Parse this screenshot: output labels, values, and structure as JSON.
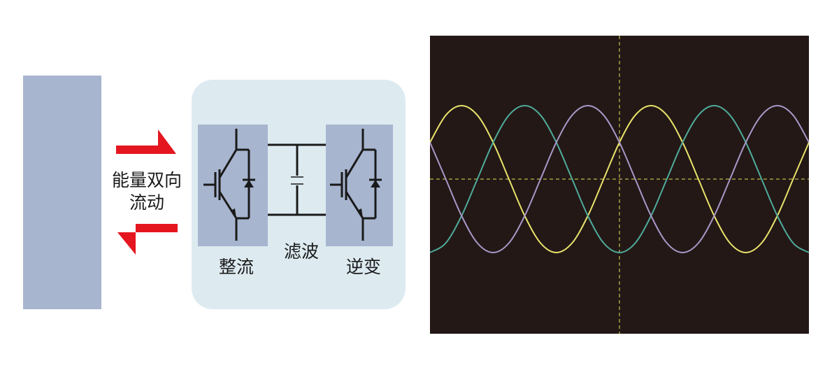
{
  "labels": {
    "energy_flow": "能量双向\n流动",
    "rectifier": "整流",
    "filter": "滤波",
    "inverter": "逆变"
  },
  "colors": {
    "grid_block": "#a7b5cf",
    "arrow": "#e4161f",
    "converter_panel": "#ddebf1",
    "scope_background": "#231816",
    "crosshair": "#e8e05a",
    "phase_a": "#e9e36b",
    "phase_b": "#4fab9a",
    "phase_c": "#a898c8"
  },
  "chart_data": {
    "type": "line",
    "title": "",
    "xlabel": "",
    "ylabel": "",
    "x": [
      0,
      30,
      60,
      90,
      120,
      150,
      180,
      210,
      240,
      270,
      300,
      330,
      360,
      390,
      420,
      450,
      480,
      510,
      540,
      570,
      600,
      630,
      660,
      690,
      720
    ],
    "ylim": [
      -1.1,
      1.1
    ],
    "grid": false,
    "series": [
      {
        "values": [
          0.5,
          0.87,
          1.0,
          0.87,
          0.5,
          0.0,
          -0.5,
          -0.87,
          -1.0,
          -0.87,
          -0.5,
          0.0,
          0.5,
          0.87,
          1.0,
          0.87,
          0.5,
          0.0,
          -0.5,
          -0.87,
          -1.0,
          -0.87,
          -0.5,
          0.0,
          0.5
        ]
      },
      {
        "values": [
          -1.0,
          -0.87,
          -0.5,
          0.0,
          0.5,
          0.87,
          1.0,
          0.87,
          0.5,
          0.0,
          -0.5,
          -0.87,
          -1.0,
          -0.87,
          -0.5,
          0.0,
          0.5,
          0.87,
          1.0,
          0.87,
          0.5,
          0.0,
          -0.5,
          -0.87,
          -1.0
        ]
      },
      {
        "values": [
          0.5,
          0.0,
          -0.5,
          -0.87,
          -1.0,
          -0.87,
          -0.5,
          0.0,
          0.5,
          0.87,
          1.0,
          0.87,
          0.5,
          0.0,
          -0.5,
          -0.87,
          -1.0,
          -0.87,
          -0.5,
          0.0,
          0.5,
          0.87,
          1.0,
          0.87,
          0.5
        ]
      }
    ]
  }
}
